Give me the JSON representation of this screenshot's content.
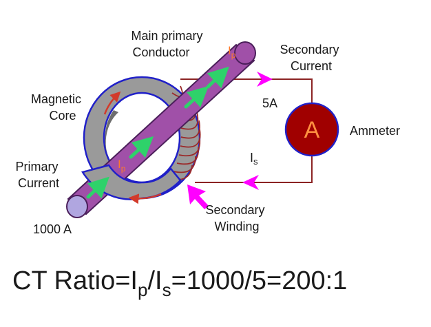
{
  "labels": {
    "main_primary_line1": "Main primary",
    "main_primary_line2": "Conductor",
    "secondary_current_line1": "Secondary",
    "secondary_current_line2": "Current",
    "magnetic_core_line1": "Magnetic",
    "magnetic_core_line2": "Core",
    "secondary_rating": "5A",
    "ammeter": "Ammeter",
    "ammeter_symbol": "A",
    "primary_current_line1": "Primary",
    "primary_current_line2": "Current",
    "is_main": "I",
    "is_sub": "s",
    "ip_main": "I",
    "ip_sub": "p",
    "secondary_winding_line1": "Secondary",
    "secondary_winding_line2": "Winding",
    "primary_rating": "1000 A"
  },
  "formula": {
    "prefix": "CT Ratio=I",
    "sub_p": "p",
    "slash": "/I",
    "sub_s": "s",
    "suffix": "=1000/5=200:1"
  },
  "colors": {
    "conductor": "#a050a8",
    "conductor_edge": "#4b1f5a",
    "core": "#9a9a9a",
    "core_edge": "#2020c8",
    "winding": "#9b2a2a",
    "wire": "#8b2323",
    "arrow_magenta": "#ff00ff",
    "flow_arrow": "#2ed26a",
    "ammeter_fill": "#a00000",
    "ammeter_edge": "#2020c8",
    "ip_text": "#ff7a2a"
  }
}
